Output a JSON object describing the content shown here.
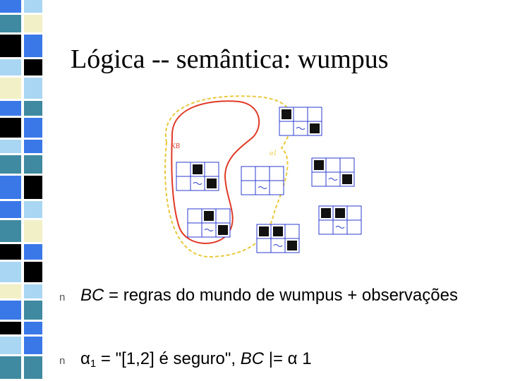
{
  "slide": {
    "title": "Lógica -- semântica: wumpus",
    "bullets": [
      {
        "marker": "n",
        "parts": [
          "BC",
          " = regras do mundo de wumpus  + observações"
        ]
      },
      {
        "marker": "n",
        "parts": [
          "α",
          "1",
          " = \"[1,2] é seguro\", ",
          "BC",
          " |= ",
          "α",
          " 1"
        ]
      }
    ]
  },
  "figure": {
    "kb_label": "KB",
    "alpha_label": "α1"
  },
  "colors": {
    "strip_black": "#000000",
    "strip_blue": "#3a78e8",
    "strip_teal": "#3f8aa0",
    "strip_light": "#a9d6f2",
    "strip_cream": "#f2f0c6",
    "kb_border": "#e03a26",
    "alpha_border": "#e8c93c",
    "grid_blue": "#2b3bcf"
  }
}
